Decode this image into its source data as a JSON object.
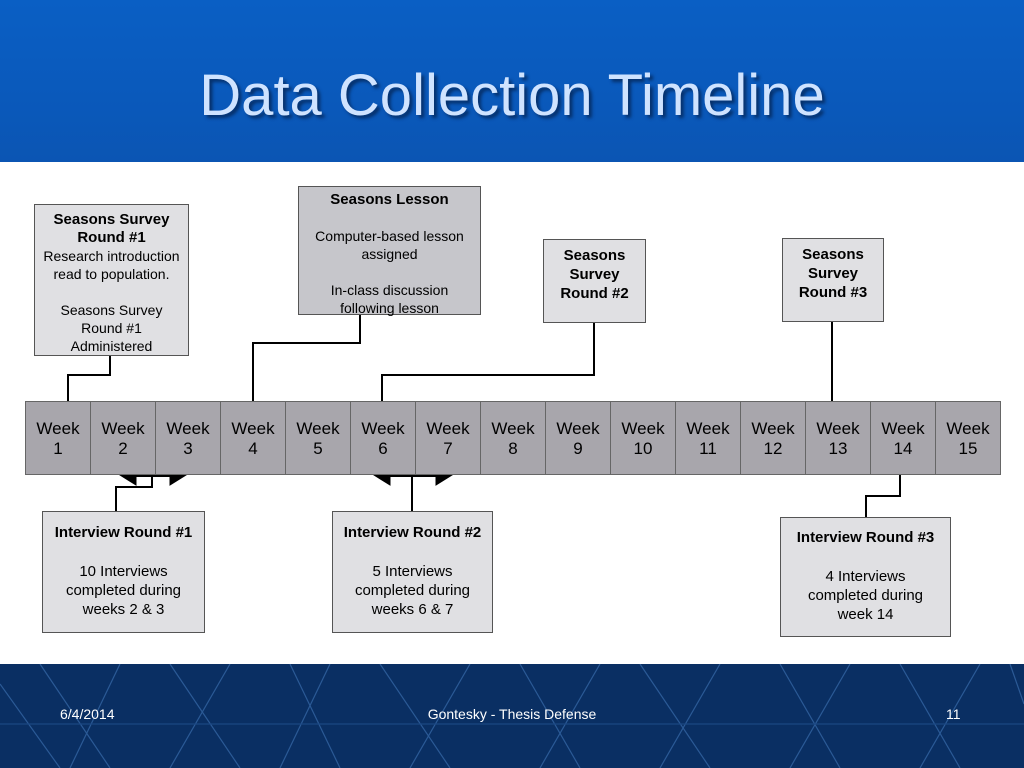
{
  "slide": {
    "title": "Data Collection Timeline"
  },
  "timeline": {
    "weeks": [
      "Week\n1",
      "Week\n2",
      "Week\n3",
      "Week\n4",
      "Week\n5",
      "Week\n6",
      "Week\n7",
      "Week\n8",
      "Week\n9",
      "Week\n10",
      "Week\n11",
      "Week\n12",
      "Week\n13",
      "Week\n14",
      "Week\n15"
    ]
  },
  "boxes": {
    "survey1": {
      "header": "Seasons Survey\nRound #1",
      "body": "Research introduction\nread to population.\n\nSeasons Survey\nRound #1\nAdministered"
    },
    "lesson": {
      "header": "Seasons Lesson",
      "body": "Computer-based lesson\nassigned\n\nIn-class discussion\nfollowing lesson"
    },
    "survey2": {
      "header": "Seasons\nSurvey\nRound #2"
    },
    "survey3": {
      "header": "Seasons\nSurvey\nRound #3"
    },
    "interview1": {
      "header": "Interview Round #1",
      "body": "10 Interviews\ncompleted during\nweeks 2 & 3"
    },
    "interview2": {
      "header": "Interview Round #2",
      "body": "5 Interviews\ncompleted during\nweeks 6 & 7"
    },
    "interview3": {
      "header": "Interview Round #3",
      "body": "4 Interviews\ncompleted during\nweek 14"
    }
  },
  "footer": {
    "date": "6/4/2014",
    "center": "Gontesky - Thesis Defense",
    "page": "11"
  },
  "colors": {
    "title_bg": "#0a5fc4",
    "title_text": "#cfe3ff",
    "footer_bg": "#0a2f63",
    "week_fill": "#a8a6ac",
    "box_light": "#e0e0e3",
    "box_mid": "#c6c6cb"
  }
}
